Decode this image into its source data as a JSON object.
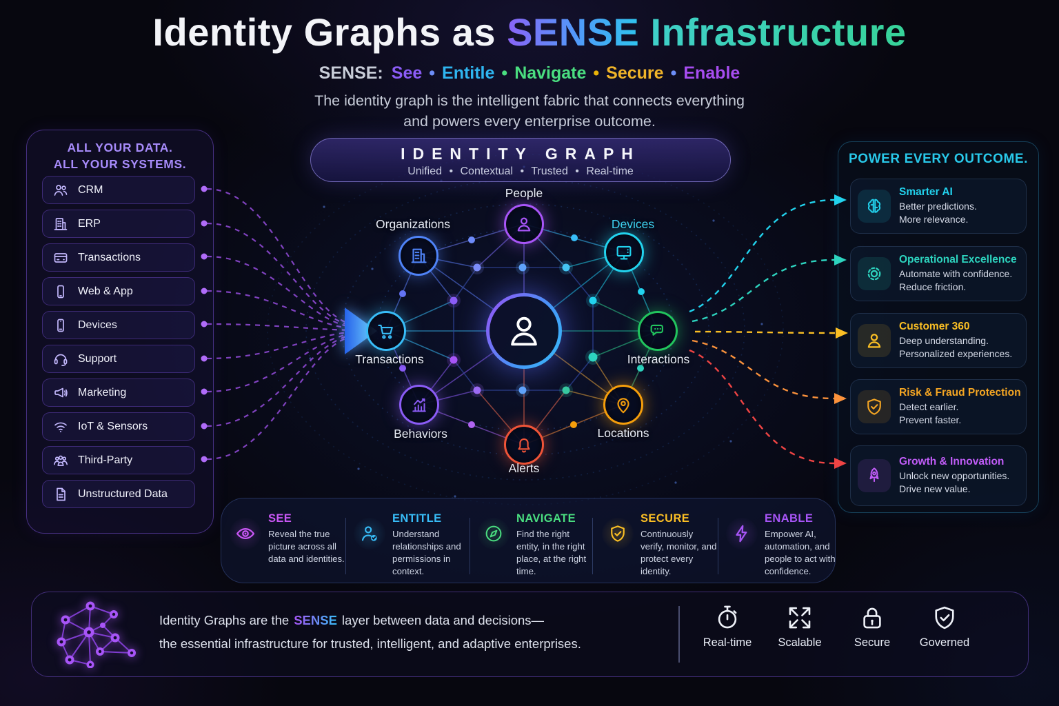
{
  "header": {
    "title_left": "Identity Graphs as",
    "title_sense": "SENSE",
    "title_right": "Infrastructure",
    "tagline_prefix": "SENSE:",
    "tagline_words": [
      "See",
      "Entitle",
      "Navigate",
      "Secure",
      "Enable"
    ],
    "bullet": "•",
    "description_line1": "The identity graph is the intelligent fabric that connects everything",
    "description_line2": "and powers every enterprise outcome."
  },
  "left_panel": {
    "heading_line1": "ALL YOUR DATA.",
    "heading_line2": "ALL YOUR SYSTEMS.",
    "items": [
      {
        "label": "CRM",
        "icon": "users"
      },
      {
        "label": "ERP",
        "icon": "building"
      },
      {
        "label": "Transactions",
        "icon": "credit-card"
      },
      {
        "label": "Web & App",
        "icon": "smartphone"
      },
      {
        "label": "Devices",
        "icon": "mobile-device"
      },
      {
        "label": "Support",
        "icon": "headset"
      },
      {
        "label": "Marketing",
        "icon": "megaphone"
      },
      {
        "label": "IoT & Sensors",
        "icon": "wifi"
      },
      {
        "label": "Third-Party",
        "icon": "people-group"
      },
      {
        "label": "Unstructured Data",
        "icon": "document"
      }
    ]
  },
  "identity_pill": {
    "title": "IDENTITY GRAPH",
    "subtitle": "Unified • Contextual • Trusted • Real-time"
  },
  "graph": {
    "center_icon": "person",
    "nodes": [
      {
        "label": "People",
        "icon": "person",
        "color": "#a855f7"
      },
      {
        "label": "Organizations",
        "icon": "building",
        "color": "#4f83f7"
      },
      {
        "label": "Devices",
        "icon": "monitor",
        "color": "#22d3ee"
      },
      {
        "label": "Transactions",
        "icon": "shopping-cart",
        "color": "#38bdf8"
      },
      {
        "label": "Interactions",
        "icon": "chat-bubble",
        "color": "#22c55e"
      },
      {
        "label": "Behaviors",
        "icon": "trend-chart",
        "color": "#8b5cf6"
      },
      {
        "label": "Locations",
        "icon": "map-pin",
        "color": "#f59e0b"
      },
      {
        "label": "Alerts",
        "icon": "bell",
        "color": "#f05438"
      }
    ]
  },
  "right_panel": {
    "heading": "POWER EVERY OUTCOME.",
    "cards": [
      {
        "title": "Smarter AI",
        "line1": "Better predictions.",
        "line2": "More relevance.",
        "color": "#22d3ee",
        "icon": "brain"
      },
      {
        "title": "Operational Excellence",
        "line1": "Automate with confidence.",
        "line2": "Reduce friction.",
        "color": "#2dd4bf",
        "icon": "gear"
      },
      {
        "title": "Customer 360",
        "line1": "Deep understanding.",
        "line2": "Personalized experiences.",
        "color": "#fbbf24",
        "icon": "person"
      },
      {
        "title": "Risk & Fraud Protection",
        "line1": "Detect earlier.",
        "line2": "Prevent faster.",
        "color": "#f5a623",
        "icon": "shield-check"
      },
      {
        "title": "Growth & Innovation",
        "line1": "Unlock new opportunities.",
        "line2": "Drive new value.",
        "color": "#c05cf7",
        "icon": "rocket"
      }
    ]
  },
  "sense_row": {
    "items": [
      {
        "title": "SEE",
        "description": "Reveal the true picture across all data and identities.",
        "color": "#c957f5",
        "icon": "eye"
      },
      {
        "title": "ENTITLE",
        "description": "Understand relationships and permissions in context.",
        "color": "#38bdf8",
        "icon": "person-check"
      },
      {
        "title": "NAVIGATE",
        "description": "Find the right entity, in the right place, at the right time.",
        "color": "#4ade80",
        "icon": "compass"
      },
      {
        "title": "SECURE",
        "description": "Continuously verify, monitor, and protect every identity.",
        "color": "#fbbf24",
        "icon": "shield-check"
      },
      {
        "title": "ENABLE",
        "description": "Empower AI, automation, and people to act with confidence.",
        "color": "#a855f7",
        "icon": "lightning-bolt"
      }
    ]
  },
  "footer": {
    "statement_part1": "Identity Graphs are the",
    "statement_sense": "SENSE",
    "statement_part2": "layer between data and decisions—",
    "statement_line2": "the essential infrastructure for trusted, intelligent, and adaptive enterprises.",
    "badges": [
      {
        "label": "Real-time",
        "icon": "stopwatch"
      },
      {
        "label": "Scalable",
        "icon": "expand-arrows"
      },
      {
        "label": "Secure",
        "icon": "padlock"
      },
      {
        "label": "Governed",
        "icon": "shield-check"
      }
    ]
  },
  "colors": {
    "background": "#07070f",
    "title_sense_gradient": [
      "#8a63f7",
      "#2fc4ee"
    ],
    "title_infrastructure_gradient": [
      "#3fd0c9",
      "#37d399"
    ],
    "left_panel_accent": "#a78bfa",
    "right_panel_accent": "#29c9ea",
    "hub_ring_gradient": [
      "#8b5cf6",
      "#38bdf8"
    ],
    "left_flow": "#a855f7",
    "right_flows": [
      "#22d3ee",
      "#2dd4bf",
      "#fbbf24",
      "#fb923c",
      "#ef4444"
    ]
  }
}
